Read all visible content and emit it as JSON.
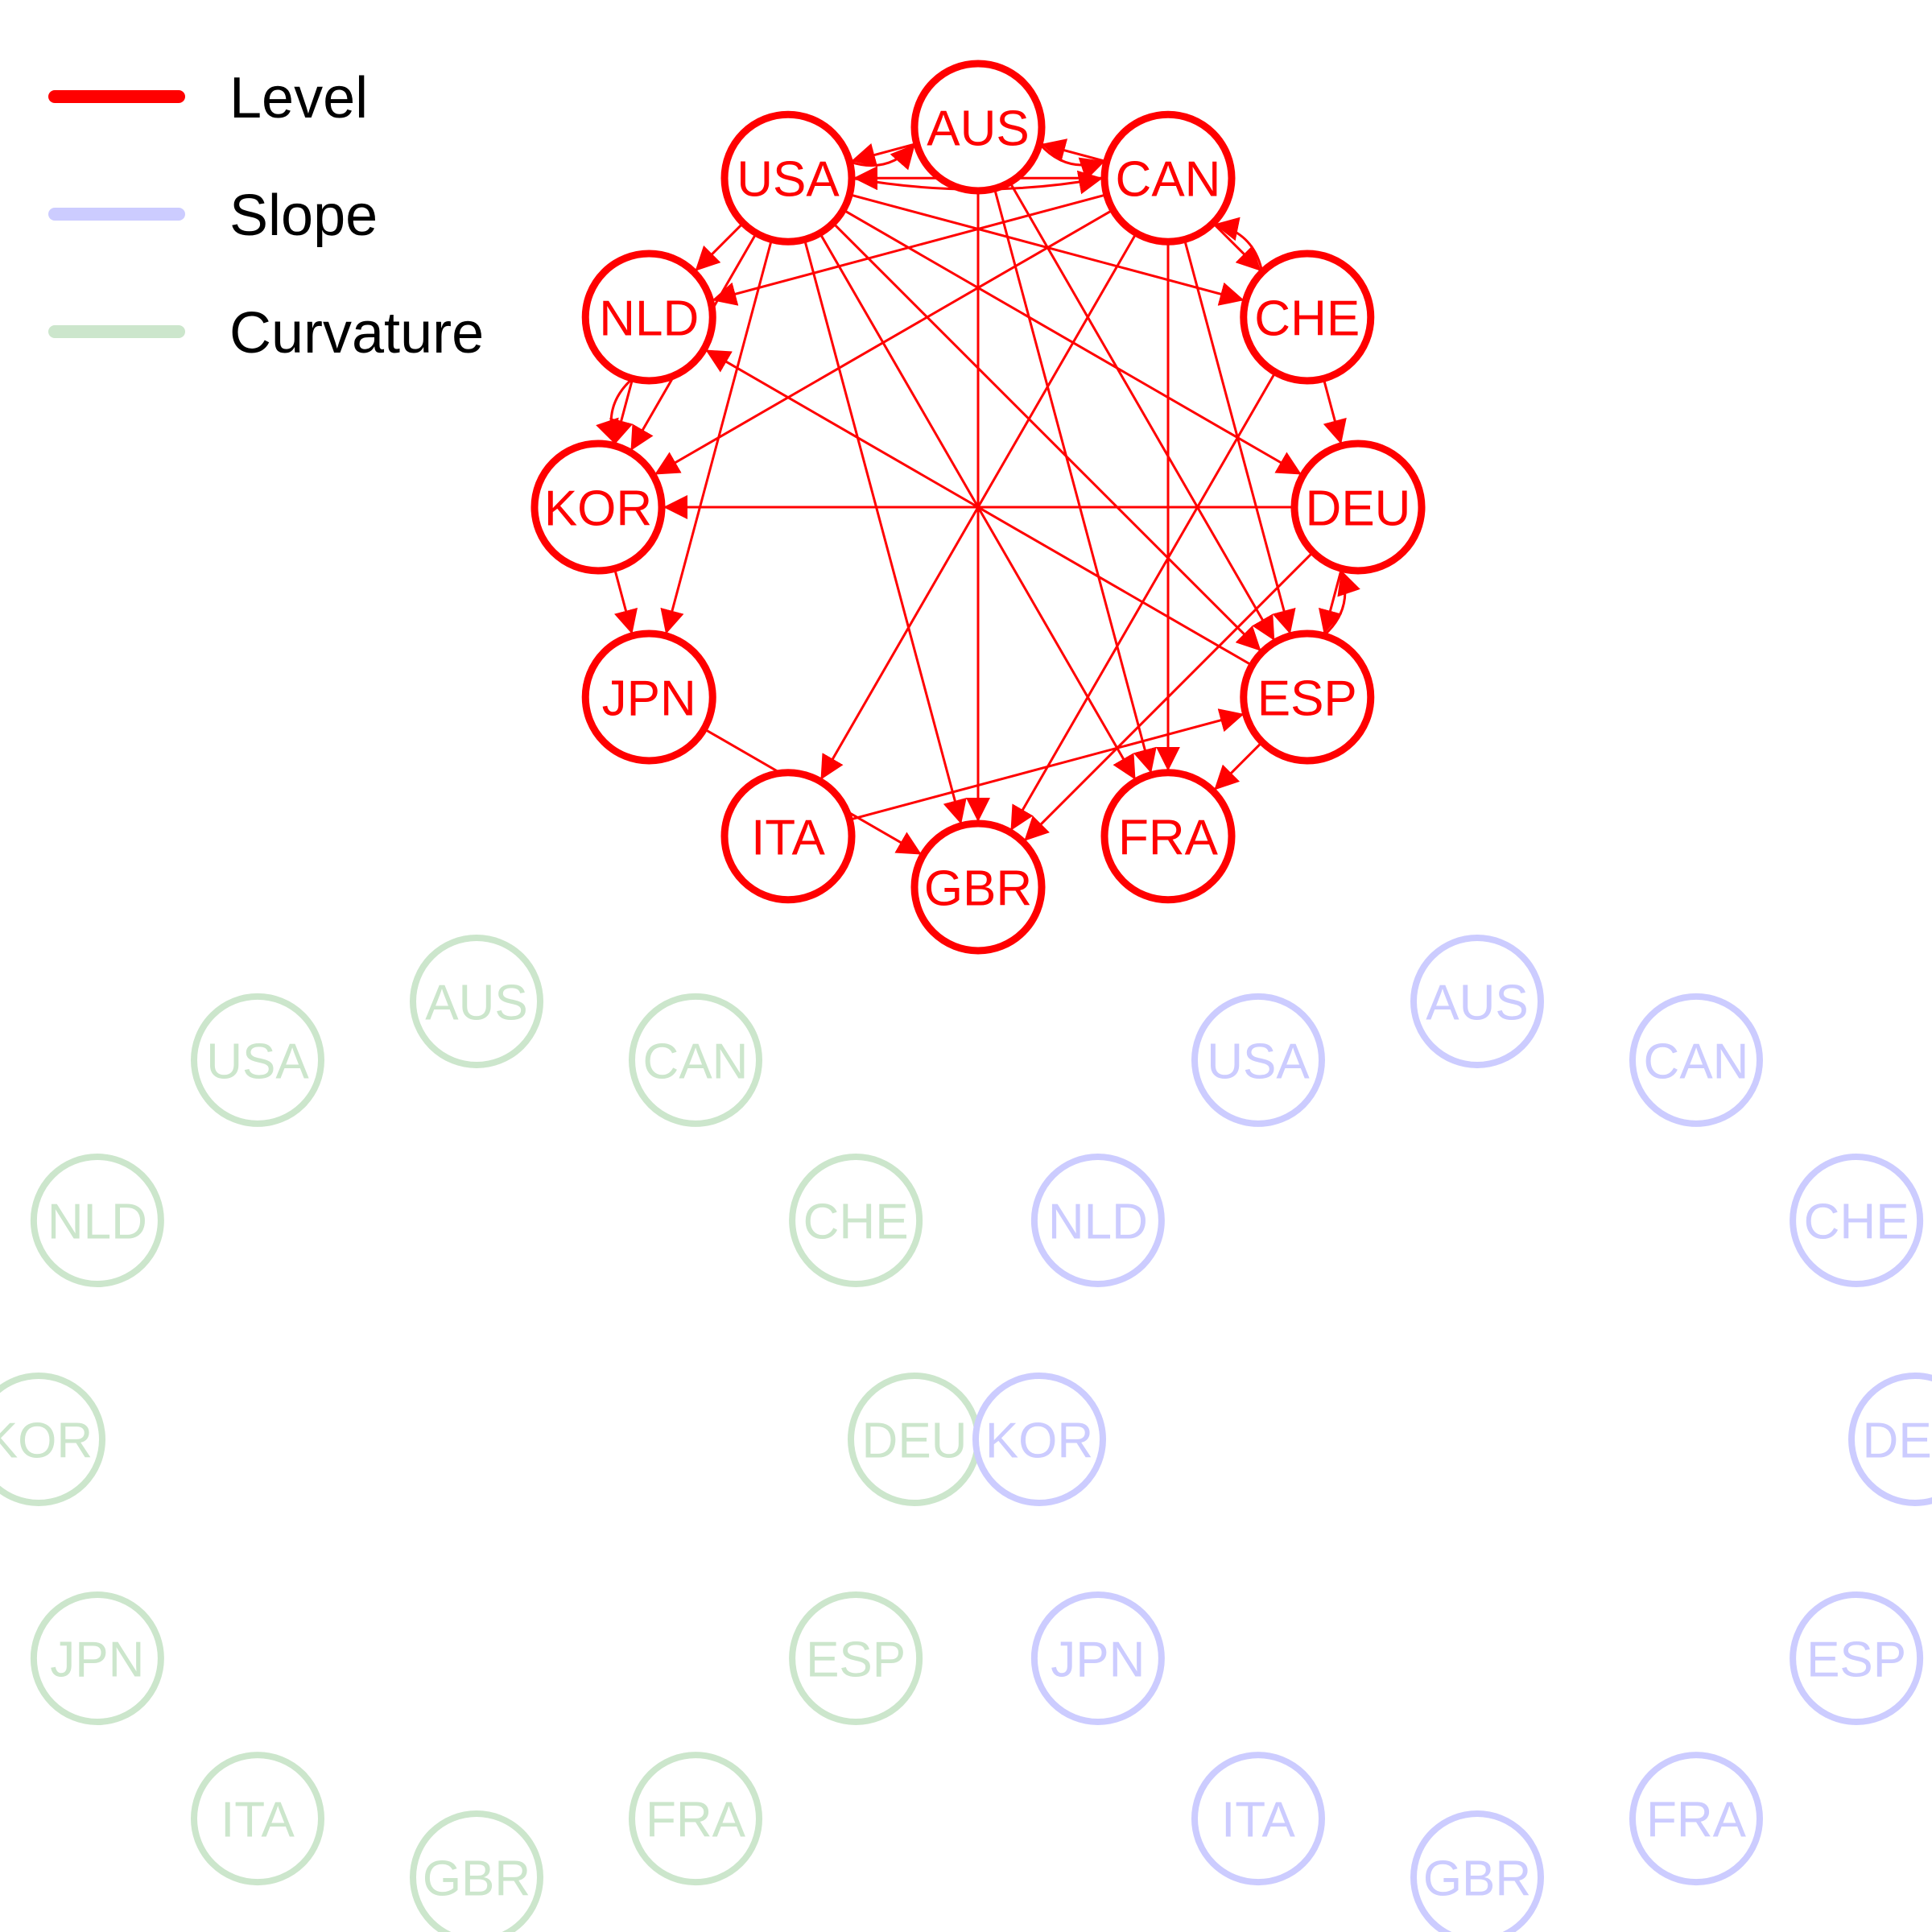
{
  "legend": {
    "items": [
      {
        "label": "Level",
        "color": "#ff0000"
      },
      {
        "label": "Slope",
        "color": "#ccccff"
      },
      {
        "label": "Curvature",
        "color": "#cce6cc"
      }
    ]
  },
  "networks": [
    {
      "id": "level",
      "color": "#ff0000",
      "nodes": [
        "AUS",
        "CAN",
        "CHE",
        "DEU",
        "ESP",
        "FRA",
        "GBR",
        "ITA",
        "JPN",
        "KOR",
        "NLD",
        "USA"
      ],
      "edges": [
        [
          "CAN",
          "AUS"
        ],
        [
          "AUS",
          "USA"
        ],
        [
          "CAN",
          "USA"
        ],
        [
          "USA",
          "AUS"
        ],
        [
          "AUS",
          "CAN"
        ],
        [
          "USA",
          "CAN"
        ],
        [
          "USA",
          "NLD"
        ],
        [
          "CAN",
          "NLD"
        ],
        [
          "USA",
          "KOR"
        ],
        [
          "CAN",
          "KOR"
        ],
        [
          "NLD",
          "KOR"
        ],
        [
          "KOR",
          "JPN"
        ],
        [
          "USA",
          "JPN"
        ],
        [
          "USA",
          "GBR"
        ],
        [
          "USA",
          "DEU"
        ],
        [
          "USA",
          "ESP"
        ],
        [
          "USA",
          "CHE"
        ],
        [
          "USA",
          "FRA"
        ],
        [
          "AUS",
          "GBR"
        ],
        [
          "AUS",
          "FRA"
        ],
        [
          "AUS",
          "ESP"
        ],
        [
          "CAN",
          "ITA"
        ],
        [
          "CAN",
          "CHE"
        ],
        [
          "CAN",
          "ESP"
        ],
        [
          "CAN",
          "FRA"
        ],
        [
          "CHE",
          "CAN"
        ],
        [
          "CHE",
          "DEU"
        ],
        [
          "CHE",
          "GBR"
        ],
        [
          "DEU",
          "KOR"
        ],
        [
          "DEU",
          "ESP"
        ],
        [
          "DEU",
          "GBR"
        ],
        [
          "ESP",
          "DEU"
        ],
        [
          "ESP",
          "FRA"
        ],
        [
          "ESP",
          "NLD"
        ],
        [
          "ITA",
          "ESP"
        ],
        [
          "JPN",
          "GBR"
        ],
        [
          "NLD",
          "KOR"
        ]
      ]
    },
    {
      "id": "curvature",
      "color": "#cce6cc",
      "nodes": [
        "AUS",
        "CAN",
        "CHE",
        "DEU",
        "ESP",
        "FRA",
        "GBR",
        "ITA",
        "JPN",
        "KOR",
        "NLD",
        "USA"
      ],
      "edges": []
    },
    {
      "id": "slope",
      "color": "#ccccff",
      "nodes": [
        "AUS",
        "CAN",
        "CHE",
        "DEU",
        "ESP",
        "FRA",
        "GBR",
        "ITA",
        "JPN",
        "KOR",
        "NLD",
        "USA"
      ],
      "edges": []
    }
  ]
}
